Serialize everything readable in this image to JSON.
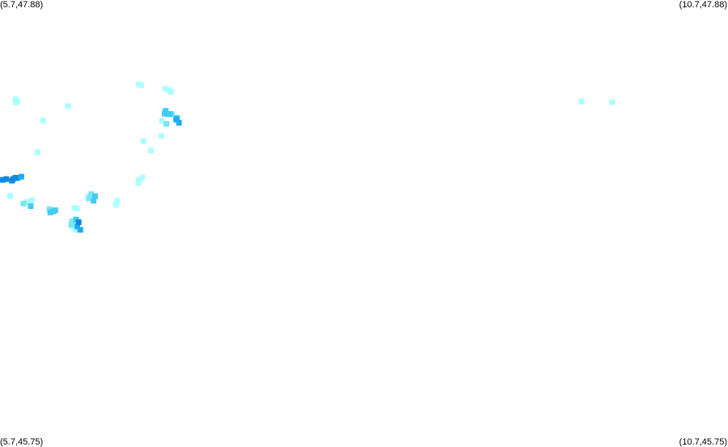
{
  "corners": {
    "top_left": "(5.7,47.88)",
    "top_right": "(10.7,47.88)",
    "bottom_left": "(5.7,45.75)",
    "bottom_right": "(10.7,45.75)"
  },
  "bounds": {
    "lon_min": 5.7,
    "lon_max": 10.7,
    "lat_min": 45.75,
    "lat_max": 47.88
  },
  "colors": {
    "background": "#ffffff",
    "level_1": "#aaffff",
    "level_2": "#77e6f7",
    "level_3": "#44ccee",
    "level_4": "#22aaee",
    "level_5": "#1188dd"
  },
  "cells": [
    {
      "lon": 5.807,
      "lat": 47.406,
      "level": 1
    },
    {
      "lon": 5.818,
      "lat": 47.398,
      "level": 1
    },
    {
      "lon": 5.812,
      "lat": 47.392,
      "level": 1
    },
    {
      "lon": 6.168,
      "lat": 47.375,
      "level": 1
    },
    {
      "lon": 6.654,
      "lat": 47.478,
      "level": 1
    },
    {
      "lon": 6.67,
      "lat": 47.474,
      "level": 1
    },
    {
      "lon": 6.835,
      "lat": 47.458,
      "level": 1
    },
    {
      "lon": 6.876,
      "lat": 47.443,
      "level": 1
    },
    {
      "lon": 6.86,
      "lat": 47.451,
      "level": 1
    },
    {
      "lon": 5.996,
      "lat": 47.305,
      "level": 1
    },
    {
      "lon": 6.685,
      "lat": 47.207,
      "level": 1
    },
    {
      "lon": 6.736,
      "lat": 47.163,
      "level": 1
    },
    {
      "lon": 6.808,
      "lat": 47.232,
      "level": 1
    },
    {
      "lon": 5.958,
      "lat": 47.154,
      "level": 1
    },
    {
      "lon": 6.677,
      "lat": 47.034,
      "level": 1
    },
    {
      "lon": 6.654,
      "lat": 47.022,
      "level": 1
    },
    {
      "lon": 6.65,
      "lat": 47.007,
      "level": 1
    },
    {
      "lon": 5.769,
      "lat": 46.945,
      "level": 1
    },
    {
      "lon": 5.886,
      "lat": 46.918,
      "level": 1
    },
    {
      "lon": 5.919,
      "lat": 46.926,
      "level": 1
    },
    {
      "lon": 6.505,
      "lat": 46.922,
      "level": 1
    },
    {
      "lon": 6.495,
      "lat": 46.905,
      "level": 1
    },
    {
      "lon": 6.305,
      "lat": 46.945,
      "level": 1
    },
    {
      "lon": 6.337,
      "lat": 46.933,
      "level": 1
    },
    {
      "lon": 6.212,
      "lat": 46.89,
      "level": 1
    },
    {
      "lon": 6.227,
      "lat": 46.886,
      "level": 1
    },
    {
      "lon": 6.207,
      "lat": 46.797,
      "level": 1
    },
    {
      "lon": 6.218,
      "lat": 46.785,
      "level": 1
    },
    {
      "lon": 6.227,
      "lat": 46.812,
      "level": 1
    },
    {
      "lon": 6.813,
      "lat": 47.304,
      "level": 1
    },
    {
      "lon": 9.694,
      "lat": 47.397,
      "level": 1
    },
    {
      "lon": 9.905,
      "lat": 47.393,
      "level": 1
    },
    {
      "lon": 6.88,
      "lat": 47.335,
      "level": 2
    },
    {
      "lon": 6.843,
      "lat": 47.29,
      "level": 2
    },
    {
      "lon": 6.327,
      "lat": 46.955,
      "level": 2
    },
    {
      "lon": 6.31,
      "lat": 46.935,
      "level": 2
    },
    {
      "lon": 5.862,
      "lat": 46.91,
      "level": 2
    },
    {
      "lon": 6.04,
      "lat": 46.883,
      "level": 2
    },
    {
      "lon": 6.195,
      "lat": 46.825,
      "level": 2
    },
    {
      "lon": 6.19,
      "lat": 46.808,
      "level": 2
    },
    {
      "lon": 6.831,
      "lat": 47.339,
      "level": 3
    },
    {
      "lon": 6.85,
      "lat": 47.336,
      "level": 3
    },
    {
      "lon": 6.838,
      "lat": 47.352,
      "level": 3
    },
    {
      "lon": 6.868,
      "lat": 47.337,
      "level": 3
    },
    {
      "lon": 6.917,
      "lat": 47.318,
      "level": 3
    },
    {
      "lon": 6.065,
      "lat": 46.873,
      "level": 3
    },
    {
      "lon": 6.08,
      "lat": 46.878,
      "level": 3
    },
    {
      "lon": 6.046,
      "lat": 46.868,
      "level": 3
    },
    {
      "lon": 6.353,
      "lat": 46.945,
      "level": 3
    },
    {
      "lon": 6.343,
      "lat": 46.923,
      "level": 3
    },
    {
      "lon": 5.911,
      "lat": 46.898,
      "level": 3
    },
    {
      "lon": 6.222,
      "lat": 46.834,
      "level": 3
    },
    {
      "lon": 6.91,
      "lat": 47.31,
      "level": 4
    },
    {
      "lon": 6.929,
      "lat": 47.295,
      "level": 4
    },
    {
      "lon": 5.847,
      "lat": 47.038,
      "level": 4
    },
    {
      "lon": 5.82,
      "lat": 47.031,
      "level": 4
    },
    {
      "lon": 6.231,
      "lat": 46.801,
      "level": 4
    },
    {
      "lon": 6.252,
      "lat": 46.785,
      "level": 4
    },
    {
      "lon": 5.807,
      "lat": 47.033,
      "level": 5
    },
    {
      "lon": 5.79,
      "lat": 47.027,
      "level": 5
    },
    {
      "lon": 5.719,
      "lat": 47.023,
      "level": 5
    },
    {
      "lon": 5.743,
      "lat": 47.027,
      "level": 5
    },
    {
      "lon": 5.782,
      "lat": 47.019,
      "level": 5
    },
    {
      "lon": 6.24,
      "lat": 46.821,
      "level": 5
    }
  ]
}
